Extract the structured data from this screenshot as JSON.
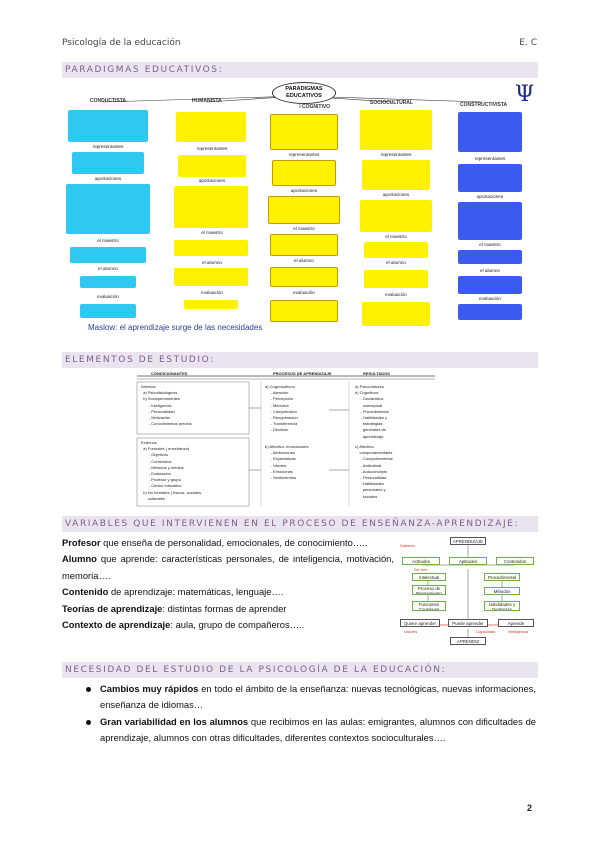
{
  "header": {
    "left": "Psicología de la educación",
    "right": "E. C"
  },
  "sections": {
    "paradigmas": "PARADIGMAS EDUCATIVOS:",
    "elementos": "ELEMENTOS DE ESTUDIO:",
    "variables": "VARIABLES QUE INTERVIENEN EN EL PROCESO DE ENSEÑANZA-APRENDIZAJE:",
    "necesidad": "NECESIDAD DEL ESTUDIO DE LA PSICOLOGÍA DE LA EDUCACIÓN:"
  },
  "paradigm_map": {
    "title": "PARADIGMAS EDUCATIVOS",
    "columns": [
      "CONDUCTISTA",
      "HUMANISTA",
      "COGNITIVO",
      "SOCIOCULTURAL",
      "CONSTRUCTIVISTA"
    ],
    "connectors": {
      "representantes": "representantes",
      "aportaciones": "aportaciones",
      "el_maestro": "el maestro",
      "el_alumno": "el alumno",
      "evaluacion": "evaluación"
    },
    "caption": "Maslow: el aprendizaje surge de las necesidades",
    "psi": "Ψ"
  },
  "study_table": {
    "headers": [
      "CONDICIONANTES",
      "PROCESOS DE APRENDIZAJE",
      "RESULTADOS"
    ],
    "internos": "Internos\n  a) Psicofisiológicos\n  b) Socioperiomentes\n       - Inteligencia\n       - Personalidad\n       - Motivación\n       - Conocimientos previos",
    "externos": "Externos\n  a) Formales ( enseñanza)\n       - Objetivos\n       - Contenidos\n       - Métodos y medios\n       - Evaluación\n       - Profesor y grupo\n       - Centro educativo\n  b) No formales ( físicos, sociales,\n      culturales",
    "cognitivos": "a) Cognoscitivos\n     - Atención\n     - Percepción\n     - Memoria\n     - Comprensión\n     - Recuperación\n     - Transferencia\n     - Decisión",
    "afectivos": "b) Afectivo- emocionales\n     - Atribuciones\n     - Expectativas\n     - Valores\n     - Emociones\n     - Sentimientos",
    "psicomotores": "a) Psicomotores\nb) Cognitivos\n     - Declarativo-\n       conceptual\n     - Procedimental\n     - Habilidades y\n       estrategias\n       generales de\n       aprendizaje",
    "afectivos_res": "c) Afectivo-\n    comportamentales\n     - Comportamental\n     - Actitudinal\n     - Autoconcepto\n     - Personalidad\n     - Habilidades\n       personales y\n       sociales"
  },
  "variables": [
    {
      "term": "Profesor",
      "rest": " que enseña de personalidad, emocionales, de conocimiento….."
    },
    {
      "term": "Alumno",
      "rest": " que aprende: características personales, de inteligencia, motivación, memoria…."
    },
    {
      "term": "Contenido",
      "rest": " de aprendizaje: matemáticas, lenguaje…."
    },
    {
      "term": "Teorías de aprendizaje",
      "rest": ": distintas formas de aprender"
    },
    {
      "term": "Contexto de aprendizaje",
      "rest": ": aula, grupo de compañeros….."
    }
  ],
  "var_diagram": {
    "top": "APRENDIZAJE",
    "row1": [
      "Actitudes",
      "Aptitudes",
      "Contenidos"
    ],
    "mid": [
      "Intelectual",
      "Procedimental",
      "Proceso de Pensamiento",
      "Métodos",
      "Funciones Cognitivas",
      "Habilidades y Destrezas"
    ],
    "bottom": [
      "Quiere aprender",
      "Puede aprender",
      "Aprende"
    ],
    "base": "APRENDIZ",
    "side": [
      "Valores",
      "Capacidad",
      "Inteligencia",
      "Saberes",
      "De vivir"
    ]
  },
  "necesidad": [
    {
      "term": "Cambios muy rápidos",
      "rest": " en todo el ámbito de la enseñanza: nuevas tecnológicas, nuevas informaciones, enseñanza de idiomas…"
    },
    {
      "term": "Gran variabilidad en los alumnos",
      "rest": " que recibimos en las aulas: emigrantes, alumnos con dificultades de aprendizaje, alumnos con otras dificultades, diferentes contextos socioculturales…."
    }
  ],
  "page_number": "2",
  "colors": {
    "band": "#eae4ef",
    "band_text": "#7c5f93",
    "cyan": "#2ec8f0",
    "yellow": "#fff200",
    "blue": "#3b5bf0",
    "red": "#e8463a",
    "green_border": "#6fb04a"
  }
}
